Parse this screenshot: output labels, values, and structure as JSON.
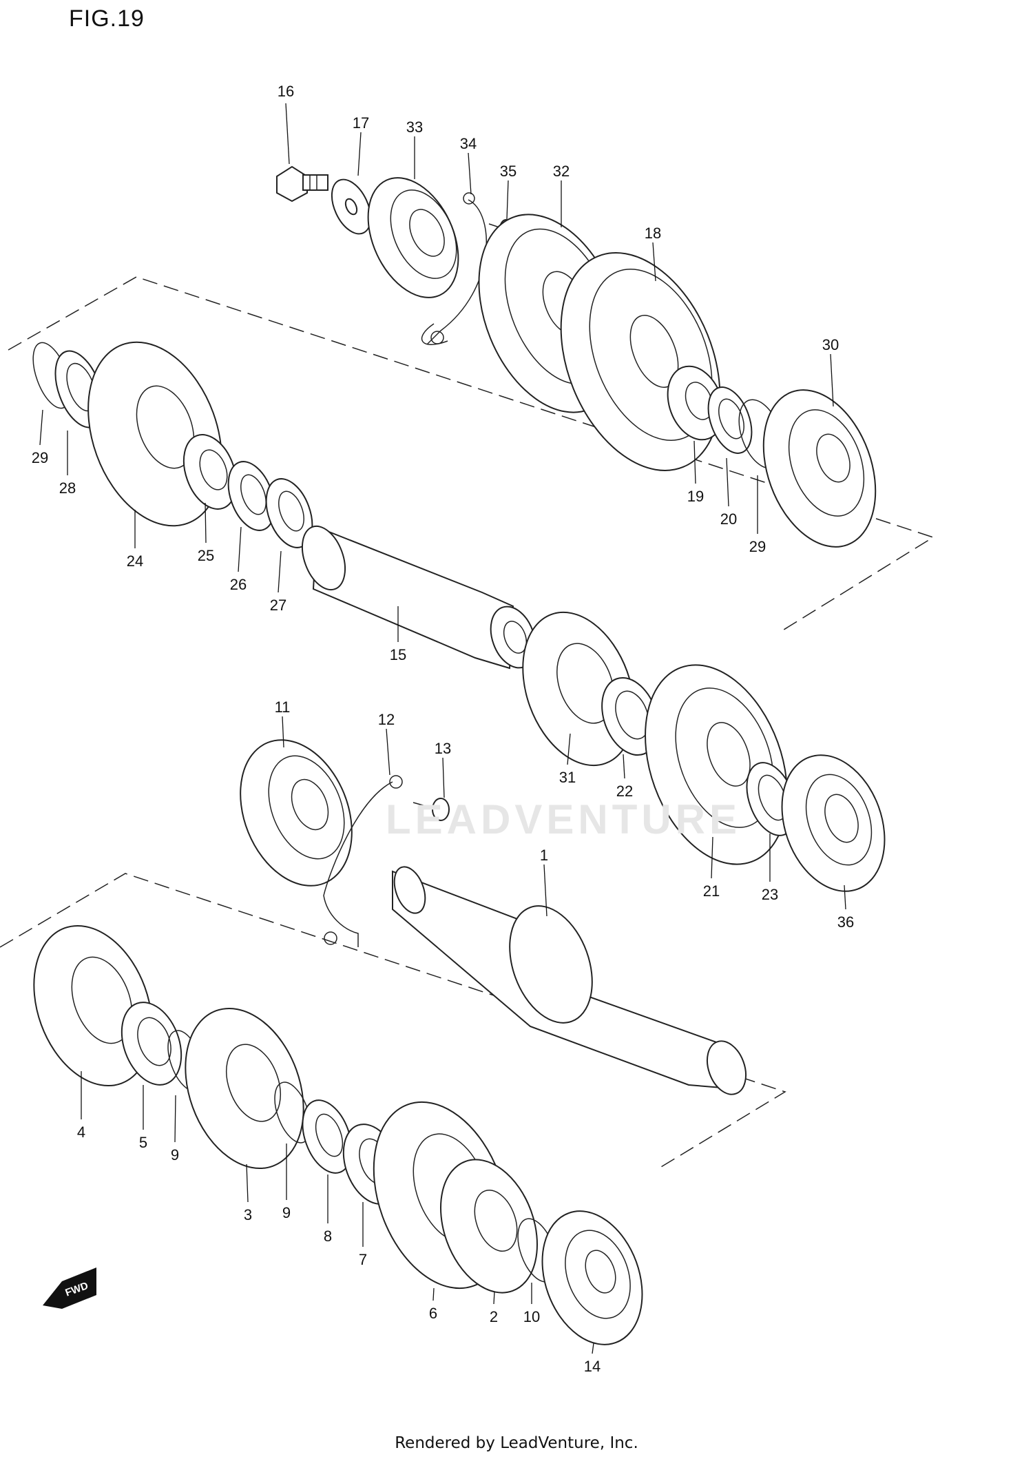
{
  "figure": {
    "title": "FIG.19",
    "footer": "Rendered by LeadVenture, Inc.",
    "watermark": "LEADVENTURE",
    "fwd_label": "FWD"
  },
  "callouts": [
    {
      "id": "16",
      "label": "16"
    },
    {
      "id": "17",
      "label": "17"
    },
    {
      "id": "33",
      "label": "33"
    },
    {
      "id": "34",
      "label": "34"
    },
    {
      "id": "35",
      "label": "35"
    },
    {
      "id": "32",
      "label": "32"
    },
    {
      "id": "18",
      "label": "18"
    },
    {
      "id": "30",
      "label": "30"
    },
    {
      "id": "29a",
      "label": "29"
    },
    {
      "id": "28",
      "label": "28"
    },
    {
      "id": "24",
      "label": "24"
    },
    {
      "id": "25",
      "label": "25"
    },
    {
      "id": "26",
      "label": "26"
    },
    {
      "id": "27",
      "label": "27"
    },
    {
      "id": "15",
      "label": "15"
    },
    {
      "id": "19",
      "label": "19"
    },
    {
      "id": "20",
      "label": "20"
    },
    {
      "id": "29b",
      "label": "29"
    },
    {
      "id": "11",
      "label": "11"
    },
    {
      "id": "12",
      "label": "12"
    },
    {
      "id": "13",
      "label": "13"
    },
    {
      "id": "31",
      "label": "31"
    },
    {
      "id": "22",
      "label": "22"
    },
    {
      "id": "21",
      "label": "21"
    },
    {
      "id": "23",
      "label": "23"
    },
    {
      "id": "36",
      "label": "36"
    },
    {
      "id": "1",
      "label": "1"
    },
    {
      "id": "4",
      "label": "4"
    },
    {
      "id": "5",
      "label": "5"
    },
    {
      "id": "9a",
      "label": "9"
    },
    {
      "id": "3",
      "label": "3"
    },
    {
      "id": "9b",
      "label": "9"
    },
    {
      "id": "8",
      "label": "8"
    },
    {
      "id": "7",
      "label": "7"
    },
    {
      "id": "6",
      "label": "6"
    },
    {
      "id": "2",
      "label": "2"
    },
    {
      "id": "10",
      "label": "10"
    },
    {
      "id": "14",
      "label": "14"
    }
  ]
}
